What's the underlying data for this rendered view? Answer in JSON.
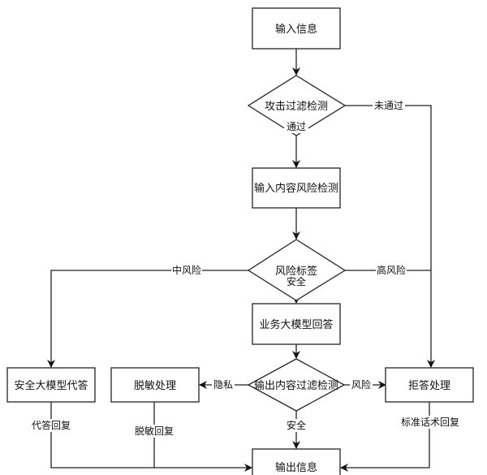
{
  "diagram": {
    "type": "flowchart",
    "colors": {
      "stroke": "#222222",
      "text": "#111111",
      "background": "#ffffff"
    },
    "nodes": {
      "input_info": {
        "label": "输入信息",
        "shape": "rect"
      },
      "attack_filter": {
        "label": "攻击过滤检测",
        "shape": "diamond"
      },
      "input_risk_check": {
        "label": "输入内容风险检测",
        "shape": "rect"
      },
      "risk_label": {
        "label": "风险标签",
        "shape": "diamond"
      },
      "business_llm": {
        "label": "业务大模型回答",
        "shape": "rect"
      },
      "output_filter": {
        "label": "输出内容过滤检测",
        "shape": "diamond"
      },
      "safe_llm_answer": {
        "label": "安全大模型代答",
        "shape": "rect"
      },
      "desensitize": {
        "label": "脱敏处理",
        "shape": "rect"
      },
      "refuse": {
        "label": "拒答处理",
        "shape": "rect"
      },
      "output_info": {
        "label": "输出信息",
        "shape": "rect"
      }
    },
    "edges": {
      "e1": {
        "from": "input_info",
        "to": "attack_filter",
        "label": ""
      },
      "e2": {
        "from": "attack_filter",
        "to": "input_risk_check",
        "label": "通过"
      },
      "e3": {
        "from": "attack_filter",
        "to": "refuse",
        "label": "未通过"
      },
      "e4": {
        "from": "input_risk_check",
        "to": "risk_label",
        "label": ""
      },
      "e5": {
        "from": "risk_label",
        "to": "safe_llm_answer",
        "label": "中风险"
      },
      "e6": {
        "from": "risk_label",
        "to": "refuse",
        "label": "高风险"
      },
      "e7": {
        "from": "risk_label",
        "to": "business_llm",
        "label": "安全"
      },
      "e8": {
        "from": "business_llm",
        "to": "output_filter",
        "label": ""
      },
      "e9": {
        "from": "output_filter",
        "to": "desensitize",
        "label": "隐私"
      },
      "e10": {
        "from": "output_filter",
        "to": "refuse",
        "label": "风险"
      },
      "e11": {
        "from": "output_filter",
        "to": "output_info",
        "label": "安全"
      },
      "e12": {
        "from": "safe_llm_answer",
        "to": "output_info",
        "label": "代答回复"
      },
      "e13": {
        "from": "desensitize",
        "to": "output_info",
        "label": "脱敏回复"
      },
      "e14": {
        "from": "refuse",
        "to": "output_info",
        "label": "标准话术回复"
      }
    }
  }
}
